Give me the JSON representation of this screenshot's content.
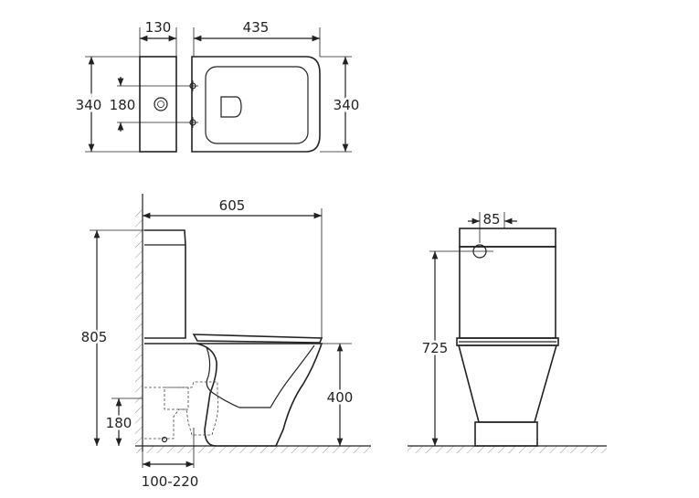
{
  "dimensions": {
    "top_tank_width": "130",
    "top_bowl_width": "435",
    "top_height_left": "340",
    "top_inlet_spacing": "180",
    "top_height_right": "340",
    "side_length": "605",
    "side_height": "805",
    "side_seat_height": "400",
    "side_outlet_height": "180",
    "side_outlet_offset": "100-220",
    "front_inlet_offset": "85",
    "front_height": "725"
  }
}
